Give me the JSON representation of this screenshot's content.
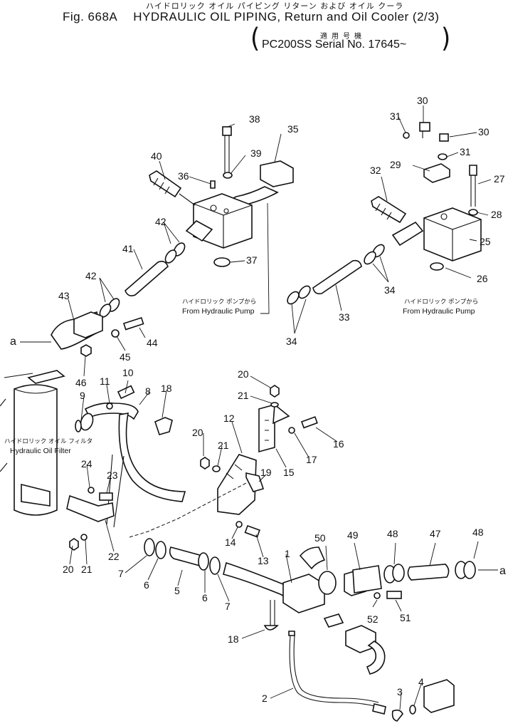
{
  "header": {
    "title_jp": "ハイドロリック オイル パイピング リターン および オイル クーラ",
    "fig": "Fig. 668A",
    "title": "HYDRAULIC OIL PIPING, Return and Oil Cooler (2/3)",
    "applicability_jp": "適用号機",
    "serial": "PC200SS Serial No. 17645~"
  },
  "notes": {
    "from_pump_jp": "ハイドロリック ポンプから",
    "from_pump_en": "From Hydraulic Pump",
    "filter_jp": "ハイドロリック オイル フィルタ",
    "filter_en": "Hydraulic Oil Filter",
    "connection_letter": "a"
  },
  "callouts": [
    {
      "id": "c1",
      "text": "1"
    },
    {
      "id": "c2",
      "text": "2"
    },
    {
      "id": "c3",
      "text": "3"
    },
    {
      "id": "c4",
      "text": "4"
    },
    {
      "id": "c5",
      "text": "5"
    },
    {
      "id": "c6a",
      "text": "6"
    },
    {
      "id": "c6b",
      "text": "6"
    },
    {
      "id": "c7a",
      "text": "7"
    },
    {
      "id": "c7b",
      "text": "7"
    },
    {
      "id": "c8",
      "text": "8"
    },
    {
      "id": "c9",
      "text": "9"
    },
    {
      "id": "c10",
      "text": "10"
    },
    {
      "id": "c11",
      "text": "11"
    },
    {
      "id": "c12",
      "text": "12"
    },
    {
      "id": "c13",
      "text": "13"
    },
    {
      "id": "c14",
      "text": "14"
    },
    {
      "id": "c15",
      "text": "15"
    },
    {
      "id": "c16",
      "text": "16"
    },
    {
      "id": "c17",
      "text": "17"
    },
    {
      "id": "c18a",
      "text": "18"
    },
    {
      "id": "c18b",
      "text": "18"
    },
    {
      "id": "c19",
      "text": "19"
    },
    {
      "id": "c20a",
      "text": "20"
    },
    {
      "id": "c20b",
      "text": "20"
    },
    {
      "id": "c20c",
      "text": "20"
    },
    {
      "id": "c21a",
      "text": "21"
    },
    {
      "id": "c21b",
      "text": "21"
    },
    {
      "id": "c21c",
      "text": "21"
    },
    {
      "id": "c22",
      "text": "22"
    },
    {
      "id": "c23",
      "text": "23"
    },
    {
      "id": "c24",
      "text": "24"
    },
    {
      "id": "c25",
      "text": "25"
    },
    {
      "id": "c26",
      "text": "26"
    },
    {
      "id": "c27",
      "text": "27"
    },
    {
      "id": "c28",
      "text": "28"
    },
    {
      "id": "c29",
      "text": "29"
    },
    {
      "id": "c30a",
      "text": "30"
    },
    {
      "id": "c30b",
      "text": "30"
    },
    {
      "id": "c31a",
      "text": "31"
    },
    {
      "id": "c31b",
      "text": "31"
    },
    {
      "id": "c32",
      "text": "32"
    },
    {
      "id": "c33",
      "text": "33"
    },
    {
      "id": "c34a",
      "text": "34"
    },
    {
      "id": "c34b",
      "text": "34"
    },
    {
      "id": "c35",
      "text": "35"
    },
    {
      "id": "c36",
      "text": "36"
    },
    {
      "id": "c37",
      "text": "37"
    },
    {
      "id": "c38",
      "text": "38"
    },
    {
      "id": "c39",
      "text": "39"
    },
    {
      "id": "c40",
      "text": "40"
    },
    {
      "id": "c41",
      "text": "41"
    },
    {
      "id": "c42a",
      "text": "42"
    },
    {
      "id": "c42b",
      "text": "42"
    },
    {
      "id": "c43",
      "text": "43"
    },
    {
      "id": "c44",
      "text": "44"
    },
    {
      "id": "c45",
      "text": "45"
    },
    {
      "id": "c46",
      "text": "46"
    },
    {
      "id": "c47",
      "text": "47"
    },
    {
      "id": "c48a",
      "text": "48"
    },
    {
      "id": "c48b",
      "text": "48"
    },
    {
      "id": "c49",
      "text": "49"
    },
    {
      "id": "c50",
      "text": "50"
    },
    {
      "id": "c51",
      "text": "51"
    },
    {
      "id": "c52",
      "text": "52"
    }
  ]
}
